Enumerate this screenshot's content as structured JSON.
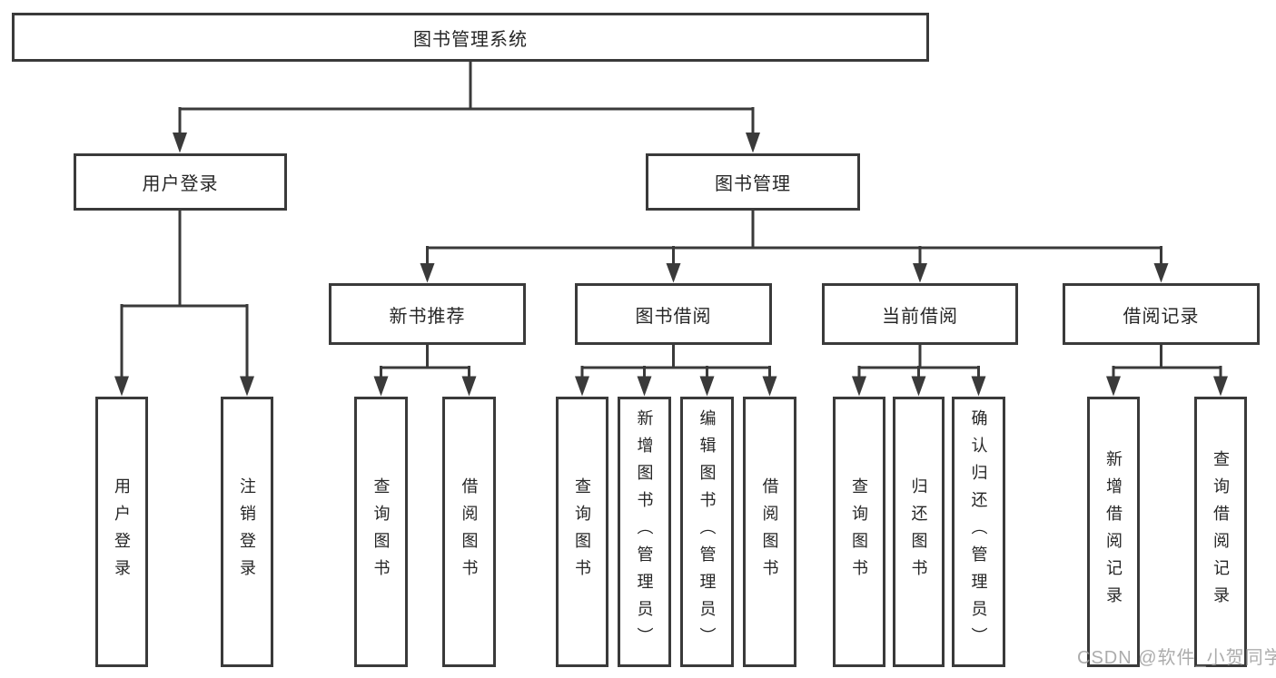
{
  "diagram": {
    "root": "图书管理系统",
    "level2": {
      "user_login": "用户登录",
      "book_management": "图书管理"
    },
    "modules": [
      "新书推荐",
      "图书借阅",
      "当前借阅",
      "借阅记录"
    ],
    "leaves": {
      "user_login": [
        "用户登录",
        "注销登录"
      ],
      "new_book": [
        "查询图书",
        "借阅图书"
      ],
      "book_borrow": [
        "查询图书",
        "新增图书（管理员）",
        "编辑图书（管理员）",
        "借阅图书"
      ],
      "current_borrow": [
        "查询图书",
        "归还图书",
        "确认归还（管理员）"
      ],
      "borrow_record": [
        "新增借阅记录",
        "查询借阅记录"
      ]
    },
    "watermark": "CSDN @软件_小贺同学",
    "colors": {
      "line": "#3a3a3a",
      "text": "#262626",
      "watermark": "#9e9e9e",
      "background": "#ffffff"
    }
  }
}
